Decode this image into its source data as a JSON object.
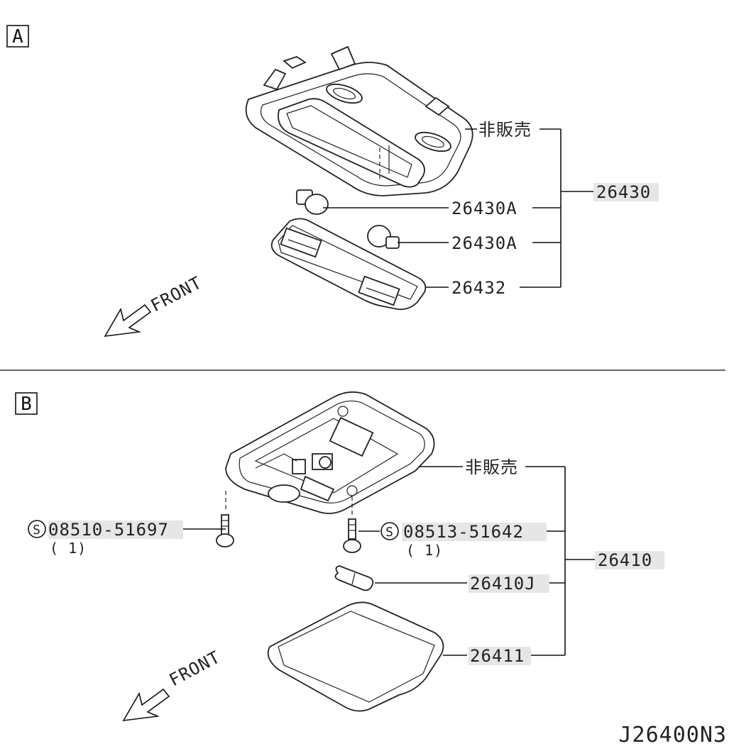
{
  "sections": {
    "a": {
      "tag": "A",
      "front": "FRONT",
      "labels": {
        "not_sold": "非販売",
        "bulb_1": "26430A",
        "bulb_2": "26430A",
        "lens": "26432",
        "assembly": "26430"
      }
    },
    "b": {
      "tag": "B",
      "front": "FRONT",
      "labels": {
        "not_sold": "非販売",
        "screw_left": "08510-51697",
        "screw_left_qty": "( 1)",
        "screw_right": "08513-51642",
        "screw_right_qty": "( 1)",
        "bulb": "26410J",
        "lens": "26411",
        "assembly": "26410"
      },
      "standard_part_symbol": "S"
    }
  },
  "drawing_code": "J26400N3",
  "icons": {
    "front_arrow": "front-direction-arrow-icon",
    "standard_part": "circled-s-icon"
  }
}
